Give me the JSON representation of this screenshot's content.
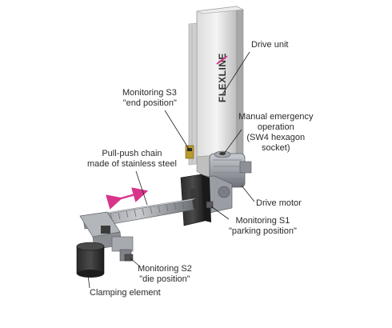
{
  "brand": {
    "logo_text": "FLEXLINE",
    "logo_accent_color": "#d8348a"
  },
  "colors": {
    "arrow": "#d8348a",
    "leader_line": "#222222"
  },
  "labels": {
    "drive_unit": [
      "Drive unit"
    ],
    "monitoring_s3": [
      "Monitoring S3",
      "\"end position\""
    ],
    "manual_emergency": [
      "Manual emergency",
      "operation",
      "(SW4 hexagon",
      "socket)"
    ],
    "pull_push_chain": [
      "Pull-push chain",
      "made of stainless steel"
    ],
    "drive_motor": [
      "Drive motor"
    ],
    "monitoring_s1": [
      "Monitoring S1",
      "\"parking position\""
    ],
    "monitoring_s2": [
      "Monitoring S2",
      "\"die position\""
    ],
    "clamping_element": [
      "Clamping element"
    ]
  },
  "icons": {
    "movement_arrow": "double-headed-arrow-icon"
  }
}
